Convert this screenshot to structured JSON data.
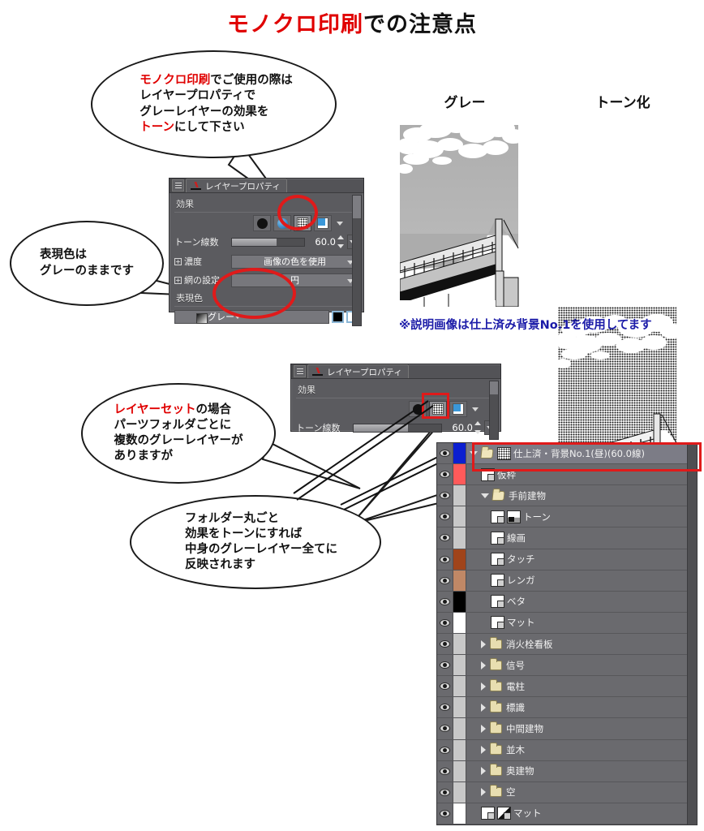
{
  "title": {
    "red_part": "モノクロ印刷",
    "black_part": "での注意点"
  },
  "bubbles": {
    "b1": {
      "line1_red": "モノクロ印刷",
      "line1_black": "でご使用の際は",
      "line2": "レイヤープロパティで",
      "line3": "グレーレイヤーの効果を",
      "line4_red": "トーン",
      "line4_black": "にして下さい"
    },
    "b2": {
      "line1": "表現色は",
      "line2": "グレーのままです"
    },
    "b3": {
      "line1_red": "レイヤーセット",
      "line1_black": "の場合",
      "line2": "パーツフォルダごとに",
      "line3": "複数のグレーレイヤーが",
      "line4": "ありますが"
    },
    "b4": {
      "line1": "フォルダー丸ごと",
      "line2": "効果をトーンにすれば",
      "line3": "中身のグレーレイヤー全てに",
      "line4": "反映されます"
    }
  },
  "layer_property_panel": {
    "tab_title": "レイヤープロパティ",
    "tab_icon": "red-check-icon",
    "effect_label": "効果",
    "effect_buttons": [
      {
        "name": "none-effect",
        "icon": "black-dot-icon",
        "selected": false
      },
      {
        "name": "color-effect",
        "icon": "blue-dot-icon",
        "selected": false
      },
      {
        "name": "tone-effect",
        "icon": "halftone-icon",
        "selected": true
      },
      {
        "name": "border-effect",
        "icon": "blue-square-icon",
        "selected": false
      }
    ],
    "tone_lines_label": "トーン線数",
    "tone_lines_value": "60.0",
    "density_label": "濃度",
    "density_value": "画像の色を使用",
    "mesh_label": "網の設定",
    "mesh_value": "円",
    "expression_color_label": "表現色",
    "expression_color_value": "グレー",
    "swatches": [
      "#000000",
      "#ffffff"
    ]
  },
  "layer_property_panel_2": {
    "tab_title": "レイヤープロパティ",
    "effect_label": "効果",
    "tone_lines_label": "トーン線数",
    "tone_lines_value": "60.0"
  },
  "samples": {
    "left_label": "グレー",
    "right_label": "トーン化",
    "caption": "※説明画像は仕上済み背景No.1を使用してます",
    "caption_color": "#1b1ba8"
  },
  "layer_palette": {
    "rows": [
      {
        "name": "仕上済・背景No.1(昼)(60.0線)",
        "indent": 0,
        "type": "folder-open",
        "thumb": "halftone",
        "color": "#0c1fd0",
        "selected": true,
        "highlighted": true
      },
      {
        "name": "仮枠",
        "indent": 1,
        "type": "layer",
        "thumb": "corner",
        "color": "#ff5a5a",
        "selected": false
      },
      {
        "name": "手前建物",
        "indent": 1,
        "type": "folder-open",
        "thumb": "none",
        "color": "#c8c8c8",
        "selected": false
      },
      {
        "name": "トーン",
        "indent": 2,
        "type": "layer",
        "thumb": "corner+tone",
        "color": "#c8c8c8",
        "selected": false
      },
      {
        "name": "線画",
        "indent": 2,
        "type": "layer",
        "thumb": "corner",
        "color": "#c8c8c8",
        "selected": false
      },
      {
        "name": "タッチ",
        "indent": 2,
        "type": "layer",
        "thumb": "corner",
        "color": "#a0441a",
        "selected": false
      },
      {
        "name": "レンガ",
        "indent": 2,
        "type": "layer",
        "thumb": "corner",
        "color": "#c08866",
        "selected": false
      },
      {
        "name": "ベタ",
        "indent": 2,
        "type": "layer",
        "thumb": "corner",
        "color": "#000000",
        "selected": false
      },
      {
        "name": "マット",
        "indent": 2,
        "type": "layer",
        "thumb": "corner",
        "color": "#ffffff",
        "selected": false
      },
      {
        "name": "消火栓看板",
        "indent": 1,
        "type": "folder-closed",
        "thumb": "none",
        "color": "#c8c8c8",
        "selected": false
      },
      {
        "name": "信号",
        "indent": 1,
        "type": "folder-closed",
        "thumb": "none",
        "color": "#c8c8c8",
        "selected": false
      },
      {
        "name": "電柱",
        "indent": 1,
        "type": "folder-closed",
        "thumb": "none",
        "color": "#c8c8c8",
        "selected": false
      },
      {
        "name": "標識",
        "indent": 1,
        "type": "folder-closed",
        "thumb": "none",
        "color": "#c8c8c8",
        "selected": false
      },
      {
        "name": "中間建物",
        "indent": 1,
        "type": "folder-closed",
        "thumb": "none",
        "color": "#c8c8c8",
        "selected": false
      },
      {
        "name": "並木",
        "indent": 1,
        "type": "folder-closed",
        "thumb": "none",
        "color": "#c8c8c8",
        "selected": false
      },
      {
        "name": "奥建物",
        "indent": 1,
        "type": "folder-closed",
        "thumb": "none",
        "color": "#c8c8c8",
        "selected": false
      },
      {
        "name": "空",
        "indent": 1,
        "type": "folder-closed",
        "thumb": "none",
        "color": "#c8c8c8",
        "selected": false
      },
      {
        "name": "マット",
        "indent": 1,
        "type": "layer",
        "thumb": "corner+mask",
        "color": "#ffffff",
        "selected": false
      }
    ]
  },
  "colors": {
    "accent_red": "#e01a1a",
    "title_red": "#e00000",
    "caption_blue": "#1b1ba8",
    "panel_bg": "#5b5b5f",
    "palette_bg": "#6a6a6e"
  }
}
